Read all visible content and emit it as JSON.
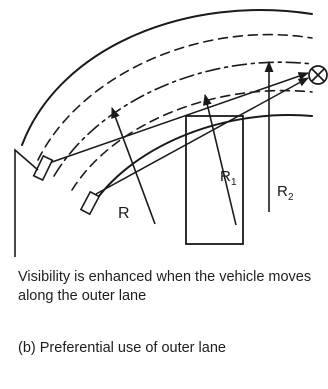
{
  "diagram": {
    "labels": {
      "radius_r": "R",
      "radius_r1": "R",
      "radius_r1_sub": "1",
      "radius_r2": "R",
      "radius_r2_sub": "2"
    },
    "note": "Visibility is enhanced when the vehicle moves along the outer lane",
    "caption": "(b) Preferential use of outer lane"
  }
}
